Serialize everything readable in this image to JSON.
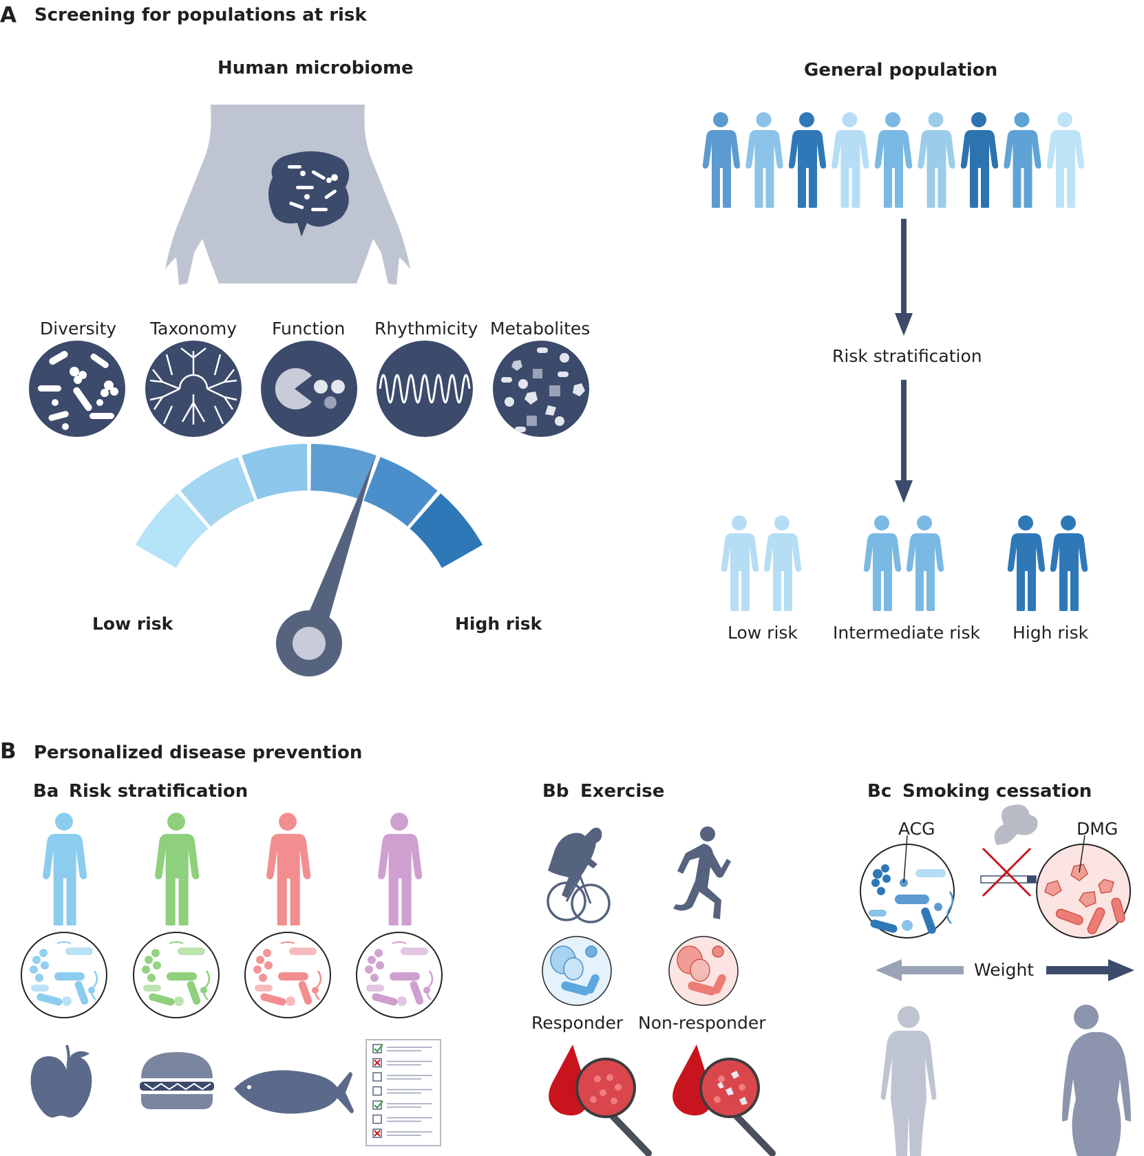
{
  "panel_a": {
    "letter": "A",
    "title": "Screening for populations at risk",
    "microbiome_title": "Human microbiome",
    "population_title": "General population",
    "features": [
      "Diversity",
      "Taxonomy",
      "Function",
      "Rhythmicity",
      "Metabolites"
    ],
    "gauge": {
      "low_label": "Low risk",
      "high_label": "High risk",
      "segment_count": 6,
      "needle_level": 0.66
    },
    "population_colors": [
      "#5b9bd0",
      "#8cc3e8",
      "#2f78b8",
      "#b5def5",
      "#7ab9e3",
      "#9bcdea",
      "#2d73b0",
      "#5fa3d6",
      "#bde3f6"
    ],
    "stratification_label": "Risk stratification",
    "groups": [
      {
        "label": "Low risk",
        "color": "#b5def5"
      },
      {
        "label": "Intermediate risk",
        "color": "#7ab9e3"
      },
      {
        "label": "High risk",
        "color": "#2f78b8"
      }
    ]
  },
  "panel_b": {
    "letter": "B",
    "title": "Personalized disease prevention",
    "ba": {
      "letter": "Ba",
      "title": "Risk stratification",
      "person_colors": [
        "#8ccdef",
        "#8fd07c",
        "#f28e8f",
        "#cf9fcf"
      ],
      "diet_icons": [
        "apple-icon",
        "burger-icon",
        "fish-icon",
        "checklist-icon"
      ]
    },
    "bb": {
      "letter": "Bb",
      "title": "Exercise",
      "responder_label": "Responder",
      "non_responder_label": "Non-responder"
    },
    "bc": {
      "letter": "Bc",
      "title": "Smoking cessation",
      "acg_label": "ACG",
      "dmg_label": "DMG",
      "weight_label": "Weight"
    }
  }
}
